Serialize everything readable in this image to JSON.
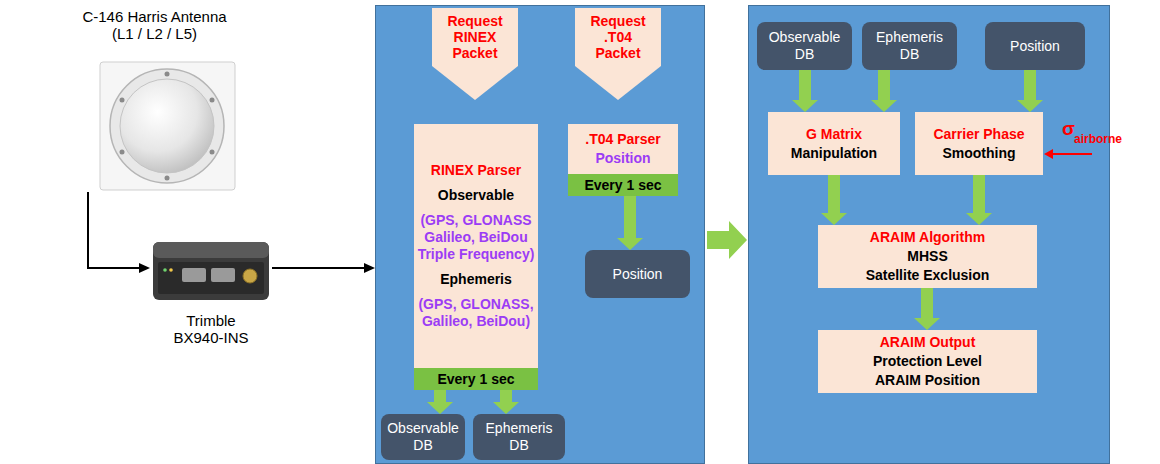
{
  "diagram": {
    "nodes": [
      {
        "text": [
          "C-146 Harris Antenna (L1 / L2 / L5)"
        ]
      },
      {
        "text": [
          "Trimble BX940-INS"
        ]
      },
      {
        "text": []
      },
      {
        "text": [
          "Request RINEX Packet"
        ],
        "in": 2
      },
      {
        "text": [
          "Request .T04 Packet"
        ],
        "in": 2
      },
      {
        "text": [
          "RINEX Parser",
          "Observable",
          "(GPS, GLONASS Galileo, BeiDou Triple Frequency)",
          "Ephemeris",
          "(GPS, GLONASS, Galileo, BeiDou)"
        ],
        "in": 2
      },
      {
        "text": [
          "Every 1 sec"
        ],
        "in": 5
      },
      {
        "text": [
          ".T04 Parser",
          "Position"
        ],
        "in": 2
      },
      {
        "text": [
          "Every 1 sec"
        ],
        "in": 7
      },
      {
        "text": [
          "Position"
        ],
        "in": 2
      },
      {
        "text": [
          "Observable DB"
        ],
        "in": 2
      },
      {
        "text": [
          "Ephemeris DB"
        ],
        "in": 2
      },
      {
        "text": []
      },
      {
        "text": [
          "Observable DB"
        ],
        "in": 12
      },
      {
        "text": [
          "Ephemeris DB"
        ],
        "in": 12
      },
      {
        "text": [
          "Position"
        ],
        "in": 12
      },
      {
        "text": [
          "G Matrix",
          "Manipulation"
        ],
        "in": 12
      },
      {
        "text": [
          "Carrier Phase",
          "Smoothing"
        ],
        "in": 12
      },
      {
        "text": [
          "ARAIM Algorithm",
          "MHSS",
          "Satellite Exclusion"
        ],
        "in": 12
      },
      {
        "text": [
          "ARAIM Output",
          "Protection Level",
          "ARAIM Position"
        ],
        "in": 12
      }
    ],
    "edges": [
      {
        "from": 0,
        "to": 1,
        "arrow": "to"
      },
      {
        "from": 1,
        "to": 2,
        "arrow": "to"
      },
      {
        "from": 2,
        "to": 12,
        "arrow": "to"
      },
      {
        "from": 6,
        "to": 10,
        "arrow": "to"
      },
      {
        "from": 6,
        "to": 11,
        "arrow": "to"
      },
      {
        "from": 8,
        "to": 9,
        "arrow": "to"
      },
      {
        "from": 13,
        "to": 16,
        "arrow": "to"
      },
      {
        "from": 14,
        "to": 16,
        "arrow": "to"
      },
      {
        "from": 15,
        "to": 17,
        "arrow": "to"
      },
      {
        "from": 16,
        "to": 18,
        "arrow": "to"
      },
      {
        "from": 17,
        "to": 18,
        "arrow": "to"
      },
      {
        "from": 18,
        "to": 19,
        "arrow": "to"
      }
    ],
    "labels": [
      "σ",
      "airborne"
    ]
  }
}
